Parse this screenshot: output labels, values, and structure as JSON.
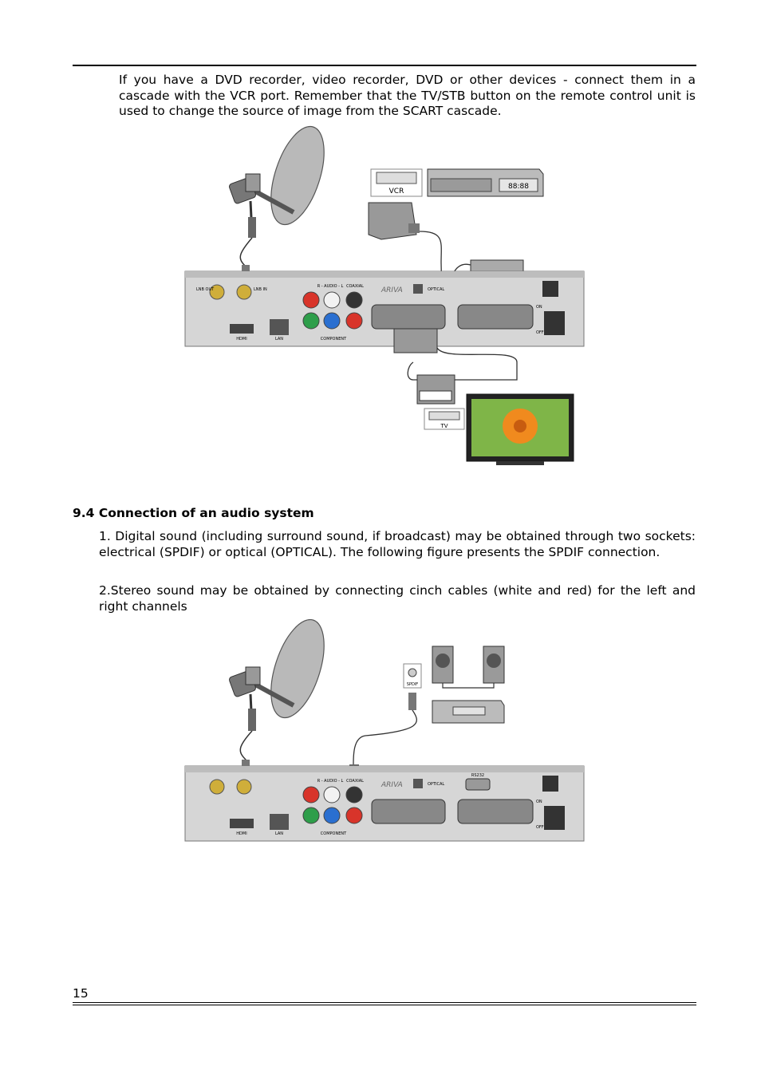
{
  "page": {
    "intro_paragraph": "If you have a DVD recorder, video recorder, DVD or other devices - connect them in a cascade with the VCR port. Remember that the TV/STB button on the remote control unit is used to change the source of image from the SCART cascade.",
    "section_heading": "9.4 Connection of an audio system",
    "item_1": "1. Digital sound (including surround sound, if broadcast) may be obtained through two sockets: electrical (SPDIF) or optical (OPTICAL). The following figure presents the SPDIF connection.",
    "item_2": "2.Stereo sound may be obtained by connecting cinch cables (white and red) for the left and right channels",
    "page_number": "15"
  },
  "figure1": {
    "vcr_label": "VCR",
    "tv_label": "TV",
    "vcr_display": "88:88",
    "brand": "ARIVA",
    "optical_label": "OPTICAL",
    "audio_label": "R - AUDIO - L",
    "coaxial_label": "COAXIAL",
    "lnb_out_label": "LNB OUT",
    "lnb_in_label": "LNB IN",
    "hdmi_label": "HDMI",
    "lan_label": "LAN",
    "component_label": "COMPONENT",
    "on_label": "ON",
    "off_label": "OFF"
  },
  "figure2": {
    "spdif_label": "SPDIF",
    "brand": "ARIVA",
    "optical_label": "OPTICAL",
    "rs232_label": "RS232",
    "audio_label": "R - AUDIO - L",
    "coaxial_label": "COAXIAL",
    "hdmi_label": "HDMI",
    "lan_label": "LAN",
    "component_label": "COMPONENT",
    "on_label": "ON",
    "off_label": "OFF"
  },
  "colors": {
    "panel": "#d6d6d6",
    "red_socket": "#d8342a",
    "green_socket": "#2e9e4a",
    "blue_socket": "#2a6fd0",
    "white_socket": "#f2f2f2"
  }
}
